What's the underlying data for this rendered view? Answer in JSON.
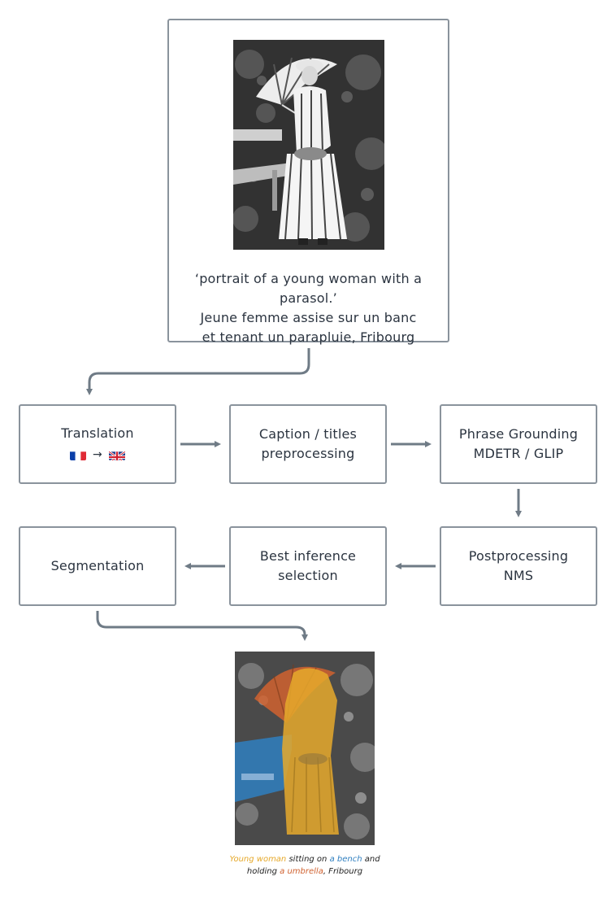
{
  "input": {
    "caption_en": "‘portrait of a young woman with a parasol.’",
    "caption_fr_line1": "Jeune femme assise sur un banc",
    "caption_fr_line2": "et tenant un parapluie, Fribourg"
  },
  "nodes": {
    "translation": {
      "label": "Translation",
      "from_flag": "france-flag-icon",
      "to_flag": "uk-flag-icon",
      "arrow": "→"
    },
    "caption_preprocessing": {
      "line1": "Caption / titles",
      "line2": "preprocessing"
    },
    "phrase_grounding": {
      "line1": "Phrase Grounding",
      "line2": "MDETR / GLIP"
    },
    "postprocessing": {
      "line1": "Postprocessing",
      "line2": "NMS"
    },
    "best_inference": {
      "line1": "Best inference",
      "line2": "selection"
    },
    "segmentation": {
      "label": "Segmentation"
    }
  },
  "output": {
    "w1": "Young woman",
    "w2": " sitting on ",
    "w3": "a bench",
    "w4": " and",
    "w5": "holding ",
    "w6": "a umbrella",
    "w7": ", Fribourg"
  },
  "colors": {
    "border": "#8a939c",
    "arrow": "#6f7b86",
    "woman": "#e6a92b",
    "bench": "#2f7fc0",
    "umbrella": "#d0612f"
  }
}
